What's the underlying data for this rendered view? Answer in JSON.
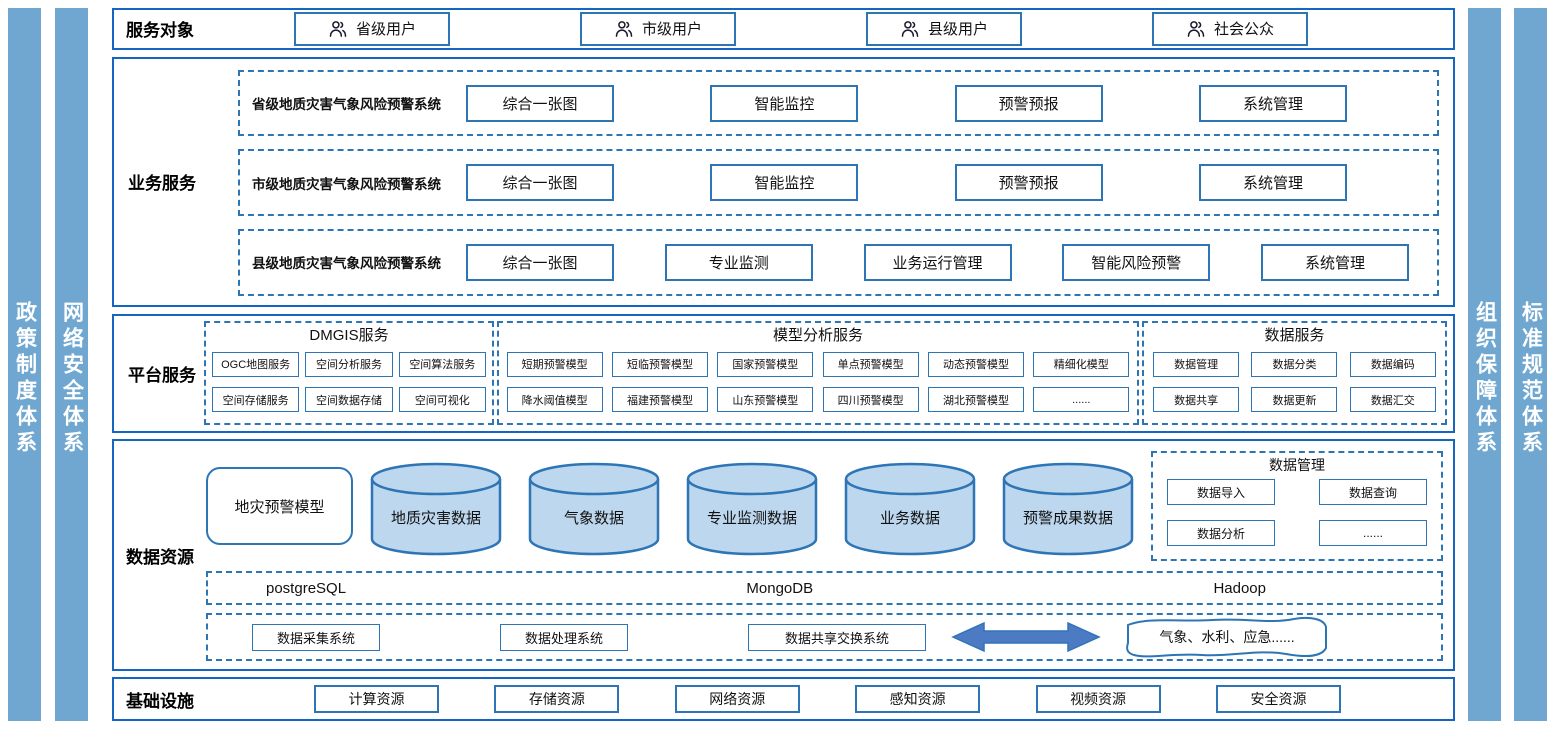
{
  "colors": {
    "section_border": "#1566C0",
    "box_border": "#2E75B6",
    "sidebar_fill": "#6FA7D1",
    "cylinder_fill": "#BDD7EE",
    "arrow_fill": "#4C7BC4"
  },
  "side_bars": {
    "left": [
      {
        "label": "政策制度体系"
      },
      {
        "label": "网络安全体系"
      }
    ],
    "right": [
      {
        "label": "组织保障体系"
      },
      {
        "label": "标准规范体系"
      }
    ]
  },
  "service_objects": {
    "title": "服务对象",
    "items": [
      {
        "icon": "user-icon",
        "label": "省级用户"
      },
      {
        "icon": "user-icon",
        "label": "市级用户"
      },
      {
        "icon": "user-icon",
        "label": "县级用户"
      },
      {
        "icon": "user-icon",
        "label": "社会公众"
      }
    ]
  },
  "business_services": {
    "title": "业务服务",
    "systems": [
      {
        "name": "省级地质灾害气象风险预警系统",
        "modules": [
          "综合一张图",
          "智能监控",
          "预警预报",
          "系统管理"
        ]
      },
      {
        "name": "市级地质灾害气象风险预警系统",
        "modules": [
          "综合一张图",
          "智能监控",
          "预警预报",
          "系统管理"
        ]
      },
      {
        "name": "县级地质灾害气象风险预警系统",
        "modules": [
          "综合一张图",
          "专业监测",
          "业务运行管理",
          "智能风险预警",
          "系统管理"
        ]
      }
    ]
  },
  "platform_services": {
    "title": "平台服务",
    "groups": [
      {
        "name": "DMGIS服务",
        "rows": [
          [
            "OGC地图服务",
            "空间分析服务",
            "空间算法服务"
          ],
          [
            "空间存储服务",
            "空间数据存储",
            "空间可视化"
          ]
        ]
      },
      {
        "name": "模型分析服务",
        "rows": [
          [
            "短期预警模型",
            "短临预警模型",
            "国家预警模型",
            "单点预警模型",
            "动态预警模型",
            "精细化模型"
          ],
          [
            "降水阈值模型",
            "福建预警模型",
            "山东预警模型",
            "四川预警模型",
            "湖北预警模型",
            "......"
          ]
        ]
      },
      {
        "name": "数据服务",
        "rows": [
          [
            "数据管理",
            "数据分类",
            "数据编码"
          ],
          [
            "数据共享",
            "数据更新",
            "数据汇交"
          ]
        ]
      }
    ]
  },
  "data_resources": {
    "title": "数据资源",
    "model_box": "地灾预警模型",
    "cylinders": [
      "地质灾害数据",
      "气象数据",
      "专业监测数据",
      "业务数据",
      "预警成果数据"
    ],
    "data_management": {
      "name": "数据管理",
      "items": [
        "数据导入",
        "数据查询",
        "数据分析",
        "......"
      ]
    },
    "storage_engines": [
      "postgreSQL",
      "MongoDB",
      "Hadoop"
    ],
    "exchange_systems": [
      "数据采集系统",
      "数据处理系统",
      "数据共享交换系统"
    ],
    "external_sources": "气象、水利、应急......"
  },
  "infrastructure": {
    "title": "基础设施",
    "items": [
      "计算资源",
      "存储资源",
      "网络资源",
      "感知资源",
      "视频资源",
      "安全资源"
    ]
  }
}
